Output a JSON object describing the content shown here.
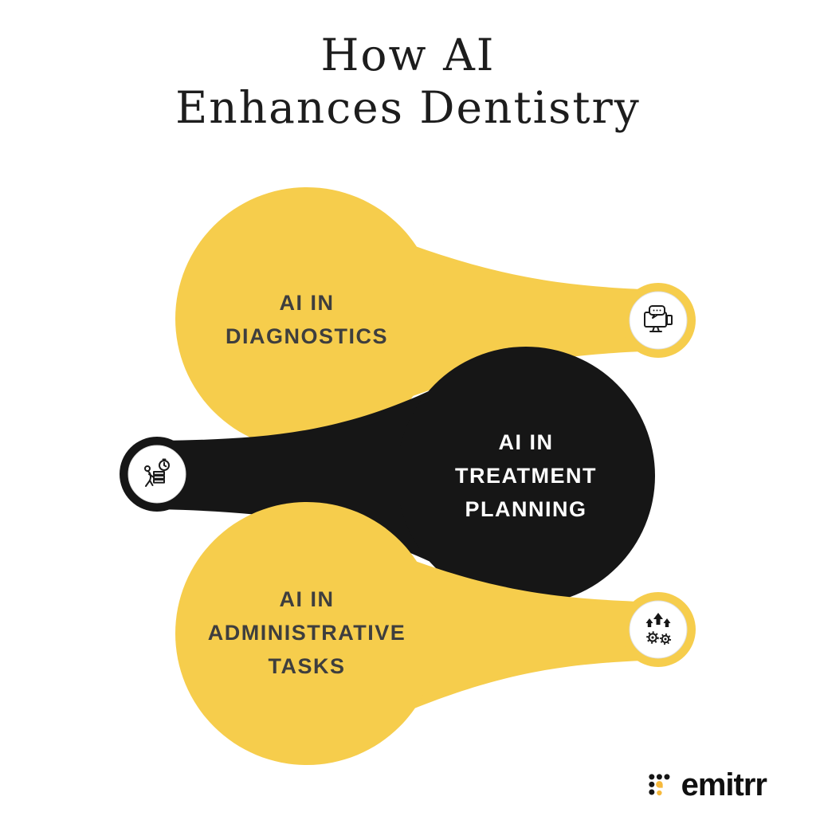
{
  "title": {
    "line1": "How AI",
    "line2": "Enhances Dentistry"
  },
  "colors": {
    "yellow": "#F6CD4C",
    "black": "#161616",
    "label_dark": "#3E3E3E",
    "label_light": "#FFFFFF",
    "background": "#FFFFFF"
  },
  "bubbles": [
    {
      "id": "diagnostics",
      "label": "AI IN\nDIAGNOSTICS",
      "color": "#F6CD4C",
      "icon": "monitor-chat-icon"
    },
    {
      "id": "treatment-planning",
      "label": "AI IN\nTREATMENT\nPLANNING",
      "color": "#161616",
      "icon": "person-clock-icon"
    },
    {
      "id": "administrative-tasks",
      "label": "AI IN\nADMINISTRATIVE\nTASKS",
      "color": "#F6CD4C",
      "icon": "gears-growth-icon"
    }
  ],
  "logo": {
    "text": "emitrr",
    "icon": "emitrr-dots-icon"
  }
}
